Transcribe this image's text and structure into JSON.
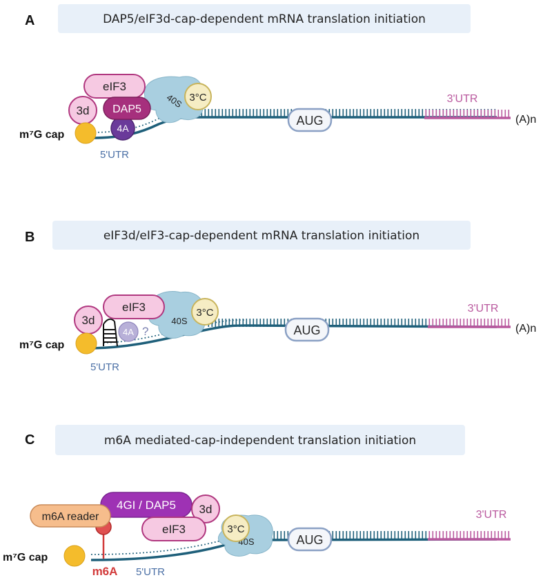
{
  "panels": [
    {
      "letter": "A",
      "title": "DAP5/eIF3d-cap-dependent mRNA translation initiation",
      "labels": {
        "cap": "m⁷G cap",
        "utr5": "5'UTR",
        "utr3": "3'UTR",
        "polyA": "(A)n",
        "aug": "AUG",
        "eIF3": "eIF3",
        "d3": "3d",
        "dap5": "DAP5",
        "a4": "4A",
        "s40": "40S",
        "c3": "3°C"
      }
    },
    {
      "letter": "B",
      "title": "eIF3d/eIF3-cap-dependent mRNA translation initiation",
      "labels": {
        "cap": "m⁷G cap",
        "utr5": "5'UTR",
        "utr3": "3'UTR",
        "polyA": "(A)n",
        "aug": "AUG",
        "eIF3": "eIF3",
        "d3": "3d",
        "a4": "4A",
        "question": "?",
        "s40": "40S",
        "c3": "3°C"
      }
    },
    {
      "letter": "C",
      "title": "m6A mediated-cap-independent translation initiation",
      "labels": {
        "cap": "m⁷G cap",
        "utr5": "5'UTR",
        "utr3": "3'UTR",
        "aug": "AUG",
        "eIF3": "eIF3",
        "d3": "3d",
        "gi4": "4GI / DAP5",
        "reader": "m6A reader",
        "m6a": "m6A",
        "s40": "40S",
        "c3": "3°C"
      }
    }
  ],
  "colors": {
    "title_box": "#e8f0f9",
    "mrna": "#1e5f7a",
    "utr3": "#b9589e",
    "utr5_text": "#4a6fa5",
    "eIF3_fill": "#f6c9e2",
    "eIF3_stroke": "#b0377f",
    "dap5_fill": "#a6307d",
    "a4_fill": "#6a3a9a",
    "s40_fill": "#a9cfe0",
    "c3_fill": "#f6edc4",
    "cap_fill": "#f4bc2c",
    "aug_fill": "#f4f6fa",
    "aug_stroke": "#8aa0c4",
    "gi4_fill": "#9e32b4",
    "reader_fill": "#f6bd8c",
    "m6a_red": "#d23a3a"
  }
}
